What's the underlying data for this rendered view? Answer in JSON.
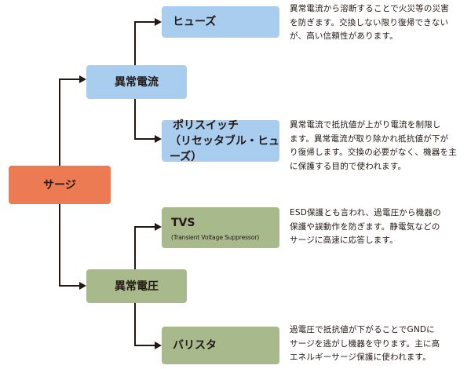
{
  "nodes": {
    "surge": "サージ",
    "abnormal_current": "異常電流",
    "abnormal_voltage": "異常電圧",
    "fuse": "ヒューズ",
    "polyswitch_line1": "ポリスイッチ",
    "polyswitch_line2": "（リセッタブル・ヒューズ）",
    "tvs": "TVS",
    "tvs_full": "(Transient Voltage Suppressor)",
    "varistor": "バリスタ"
  },
  "descriptions": {
    "fuse": [
      "異常電流から溶断することで火災等の災害",
      "を防ぎます。交換しない限り復帰できない",
      "が、高い信頼性があります。"
    ],
    "polyswitch": [
      "異常電流で抵抗値が上がり電流を制限し",
      "ます。異常電流が取り除かれ抵抗値が下が",
      "り復帰します。交換の必要がなく、機器を主",
      "に保護する目的で使われます。"
    ],
    "tvs": [
      "ESD保護とも言われ、過電圧から機器の",
      "保護や誤動作を防ぎます。静電気などの",
      "サージに高速に応答します。"
    ],
    "varistor": [
      "過電圧で抵抗値が下がることでGNDに",
      "サージを逃がし機器を守ります。主に高",
      "エネルギーサージ保護に使われます。"
    ]
  },
  "colors": {
    "current_branch": "#a9cdef",
    "voltage_branch": "#a8b98c",
    "root": "#ec7b53",
    "connector": "#231815"
  }
}
